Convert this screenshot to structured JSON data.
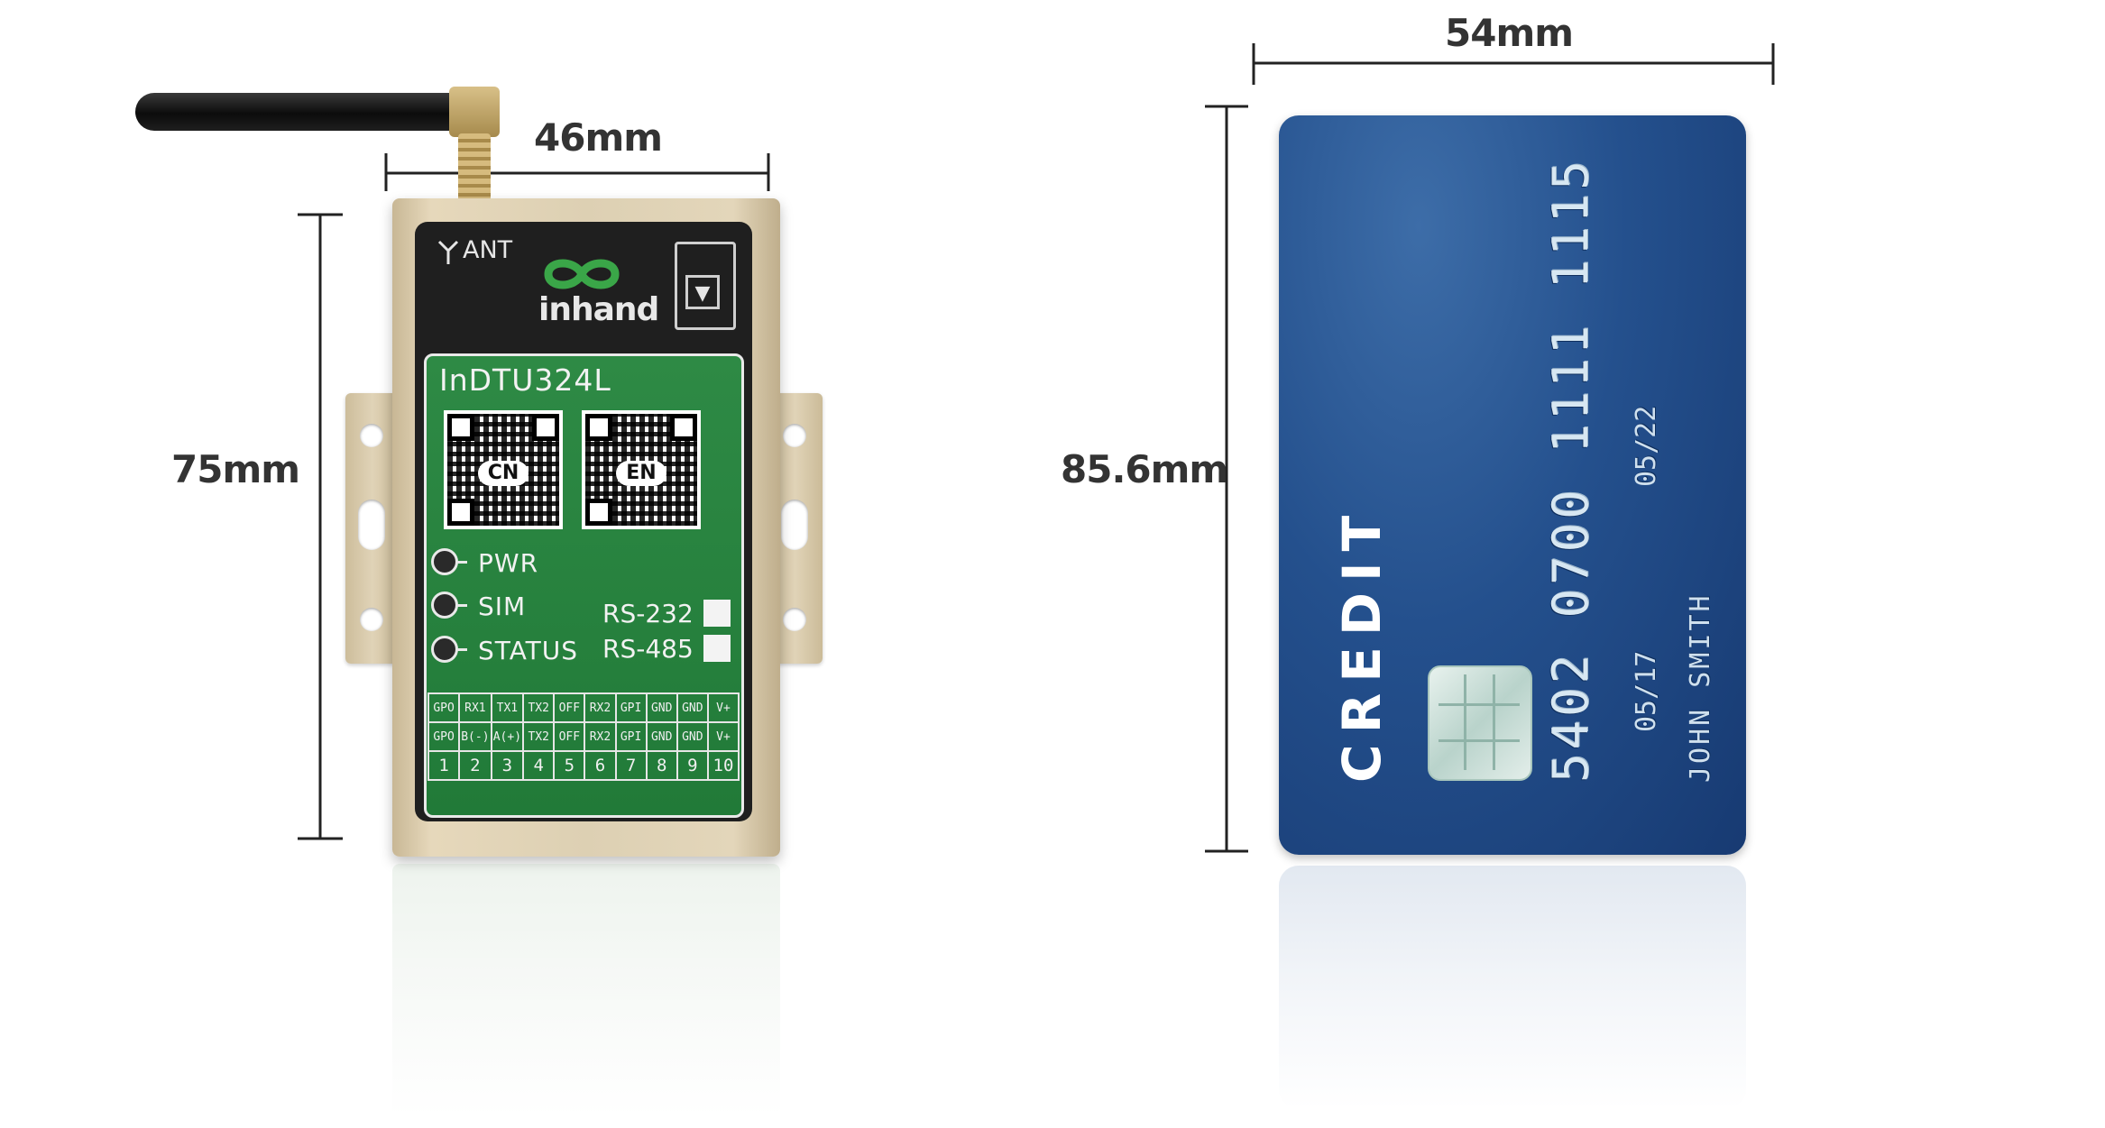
{
  "dimensions": {
    "device_width": "46mm",
    "device_height": "75mm",
    "card_width": "54mm",
    "card_height": "85.6mm"
  },
  "device": {
    "ant_label": "ANT",
    "brand_logo": "inhand",
    "model": "InDTU324L",
    "qr_codes": [
      "CN",
      "EN"
    ],
    "leds": [
      "PWR",
      "SIM",
      "STATUS"
    ],
    "ports": [
      "RS-232",
      "RS-485"
    ],
    "terminal": {
      "row1": [
        "GPO",
        "RX1",
        "TX1",
        "TX2",
        "OFF",
        "RX2",
        "GPI",
        "GND",
        "GND",
        "V+"
      ],
      "row2": [
        "GPO",
        "B(-)",
        "A(+)",
        "TX2",
        "OFF",
        "RX2",
        "GPI",
        "GND",
        "GND",
        "V+"
      ],
      "row3": [
        "1",
        "2",
        "3",
        "4",
        "5",
        "6",
        "7",
        "8",
        "9",
        "10"
      ]
    },
    "icons": [
      "antenna-icon",
      "sim-eject-icon"
    ]
  },
  "card": {
    "label": "CREDIT",
    "number": "5402 0700 1111 1115",
    "valid_from": "05/17",
    "expires": "05/22",
    "holder": "JOHN SMITH"
  },
  "colors": {
    "panel_green": "#217a38",
    "card_blue": "#24508d",
    "housing": "#ddd0b3",
    "logo_green": "#3aa648"
  }
}
